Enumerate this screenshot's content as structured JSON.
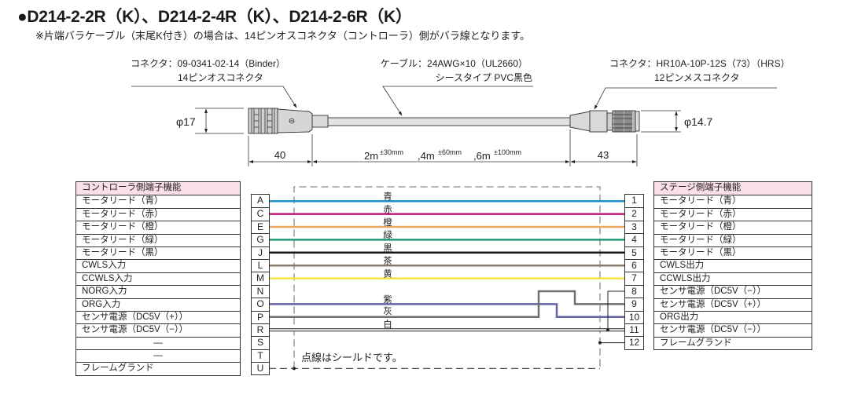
{
  "title": "●D214-2-2R（K）、D214-2-4R（K）、D214-2-6R（K）",
  "note": "※片端バラケーブル（末尾K付き）の場合は、14ピンオスコネクタ（コントローラ）側がバラ線となります。",
  "drawing": {
    "left_connector": {
      "line1": "コネクタ：09-0341-02-14（Binder）",
      "line2": "14ピンオスコネクタ",
      "diameter": "φ17",
      "length": "40"
    },
    "cable": {
      "line1": "ケーブル：24AWG×10（UL2660）",
      "line2": "シースタイプ PVC黒色",
      "lengths": [
        {
          "length": "2m",
          "tolerance": "±30mm"
        },
        {
          "length": ",4m",
          "tolerance": "±60mm"
        },
        {
          "length": ",6m",
          "tolerance": "±100mm"
        }
      ]
    },
    "right_connector": {
      "line1": "コネクタ：HR10A-10P-12S（73）（HRS）",
      "line2": "12ピンメスコネクタ",
      "diameter": "φ14.7",
      "length": "43"
    }
  },
  "controller_table": {
    "header": "コントローラ側端子機能",
    "rows": [
      {
        "pin": "A",
        "function": "モータリード（青）"
      },
      {
        "pin": "C",
        "function": "モータリード（赤）"
      },
      {
        "pin": "E",
        "function": "モータリード（橙）"
      },
      {
        "pin": "G",
        "function": "モータリード（緑）"
      },
      {
        "pin": "J",
        "function": "モータリード（黒）"
      },
      {
        "pin": "L",
        "function": "CWLS入力"
      },
      {
        "pin": "M",
        "function": "CCWLS入力"
      },
      {
        "pin": "N",
        "function": "NORG入力"
      },
      {
        "pin": "O",
        "function": "ORG入力"
      },
      {
        "pin": "P",
        "function": "センサ電源（DC5V（+））"
      },
      {
        "pin": "R",
        "function": "センサ電源（DC5V（−））"
      },
      {
        "pin": "S",
        "function": "—"
      },
      {
        "pin": "T",
        "function": "—"
      },
      {
        "pin": "U",
        "function": "フレームグランド"
      }
    ]
  },
  "stage_table": {
    "header": "ステージ側端子機能",
    "rows": [
      {
        "pin": "1",
        "function": "モータリード（青）"
      },
      {
        "pin": "2",
        "function": "モータリード（赤）"
      },
      {
        "pin": "3",
        "function": "モータリード（橙）"
      },
      {
        "pin": "4",
        "function": "モータリード（緑）"
      },
      {
        "pin": "5",
        "function": "モータリード（黒）"
      },
      {
        "pin": "6",
        "function": "CWLS出力"
      },
      {
        "pin": "7",
        "function": "CCWLS出力"
      },
      {
        "pin": "8",
        "function": "センサ電源（DC5V（−））"
      },
      {
        "pin": "9",
        "function": "センサ電源（DC5V（+））"
      },
      {
        "pin": "10",
        "function": "ORG出力"
      },
      {
        "pin": "11",
        "function": "センサ電源（DC5V（−））"
      },
      {
        "pin": "12",
        "function": "フレームグランド"
      }
    ]
  },
  "wires": [
    {
      "label": "青",
      "color": "#1b8fcc",
      "label_color": "#1b8fcc",
      "from": "A",
      "to": "1"
    },
    {
      "label": "赤",
      "color": "#c2187b",
      "label_color": "#c2187b",
      "from": "C",
      "to": "2"
    },
    {
      "label": "橙",
      "color": "#eaa762",
      "label_color": "#eaa762",
      "from": "E",
      "to": "3"
    },
    {
      "label": "緑",
      "color": "#1e9a78",
      "label_color": "#1e9a78",
      "from": "G",
      "to": "4"
    },
    {
      "label": "黒",
      "color": "#1a1a1a",
      "label_color": "#1a1a1a",
      "from": "J",
      "to": "5"
    },
    {
      "label": "茶",
      "color": "#8b7a6a",
      "label_color": "#9a8c80",
      "from": "L",
      "to": "6"
    },
    {
      "label": "黄",
      "color": "#f2e244",
      "label_color": "#c9b82a",
      "from": "M",
      "to": "7"
    },
    {
      "label": "紫",
      "color": "#6464a4",
      "label_color": "#6464a4",
      "from": "O",
      "to": "10"
    },
    {
      "label": "灰",
      "color": "#6f6f6f",
      "label_color": "#6f6f6f",
      "from": "P",
      "to": "9"
    },
    {
      "label": "白",
      "color": "#ffffff",
      "label_color": "#8a8a8a",
      "from": "R",
      "to": "11"
    }
  ],
  "shield_note": "点線はシールドです。"
}
